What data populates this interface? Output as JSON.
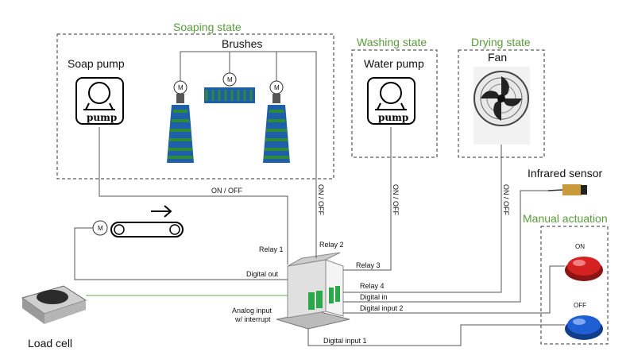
{
  "states": {
    "soaping": "Soaping state",
    "washing": "Washing state",
    "drying": "Drying state"
  },
  "components": {
    "soap_pump": "Soap pump",
    "brushes": "Brushes",
    "water_pump": "Water pump",
    "fan": "Fan",
    "infrared_sensor": "Infrared sensor",
    "manual_actuation": "Manual actuation",
    "load_cell": "Load cell",
    "pump_word": "pump",
    "motor_letter": "M"
  },
  "buttons": {
    "on": "ON",
    "off": "OFF"
  },
  "wires": {
    "on_off_h": "ON / OFF",
    "on_off_v": "ON / OFF",
    "relay1": "Relay 1",
    "relay2": "Relay 2",
    "relay3": "Relay 3",
    "relay4": "Relay 4",
    "digital_out": "Digital out",
    "digital_in": "Digital in",
    "digital_input2": "Digital input 2",
    "digital_input1": "Digital input 1",
    "analog_input_1": "Analog input",
    "analog_input_2": "w/ interrupt"
  },
  "colors": {
    "state_title": "#5a9a3c",
    "brush_blue": "#1f5fa8",
    "brush_green": "#2e8b3a",
    "button_on": "#d42222",
    "button_off": "#1e5fd4",
    "plc_green": "#2aa84a"
  }
}
